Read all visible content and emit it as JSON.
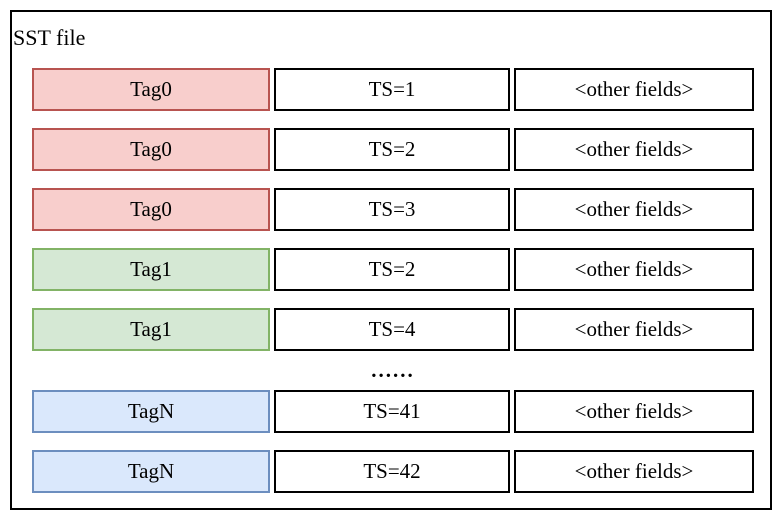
{
  "diagram": {
    "title": "SST file",
    "ellipsis": "......",
    "colors": {
      "red": {
        "fill": "#f8cecc",
        "stroke": "#b85450"
      },
      "green": {
        "fill": "#d5e8d4",
        "stroke": "#82b366"
      },
      "blue": {
        "fill": "#dae8fc",
        "stroke": "#6c8ebf"
      },
      "plain_stroke": "#000000",
      "plain_fill": "#ffffff"
    },
    "rows": [
      {
        "tag": "Tag0",
        "ts": "TS=1",
        "other": "<other fields>",
        "color": "red"
      },
      {
        "tag": "Tag0",
        "ts": "TS=2",
        "other": "<other fields>",
        "color": "red"
      },
      {
        "tag": "Tag0",
        "ts": "TS=3",
        "other": "<other fields>",
        "color": "red"
      },
      {
        "tag": "Tag1",
        "ts": "TS=2",
        "other": "<other fields>",
        "color": "green"
      },
      {
        "tag": "Tag1",
        "ts": "TS=4",
        "other": "<other fields>",
        "color": "green"
      },
      {
        "tag": "TagN",
        "ts": "TS=41",
        "other": "<other fields>",
        "color": "blue"
      },
      {
        "tag": "TagN",
        "ts": "TS=42",
        "other": "<other fields>",
        "color": "blue"
      }
    ]
  }
}
